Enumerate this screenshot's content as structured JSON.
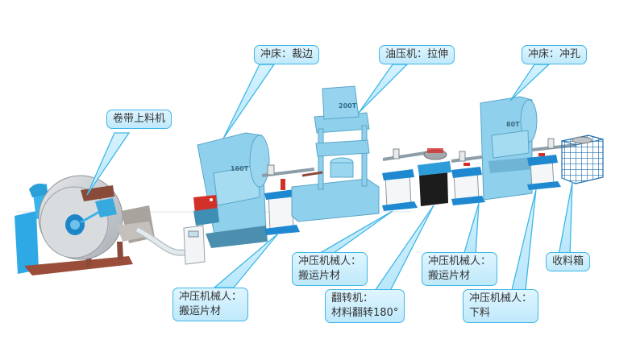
{
  "diagram": {
    "title": "",
    "colors": {
      "callout_fill": "#cdeefc",
      "callout_border": "#3fb7e6",
      "machine_blue": "#8fcde8",
      "machine_shadow": "#5aa6c8",
      "robot_base": "#1e88d0",
      "accent_red": "#d0302a",
      "coil_gray": "#c9ccd0",
      "frame_brown": "#8a4a3a"
    },
    "machines": [
      {
        "id": "decoiler",
        "name": "卷带上料机"
      },
      {
        "id": "press-trim",
        "name": "冲床",
        "tonnage": "160T"
      },
      {
        "id": "hydraulic",
        "name": "油压机",
        "tonnage": "200T"
      },
      {
        "id": "flipper",
        "name": "翻转机"
      },
      {
        "id": "press-punch",
        "name": "冲床",
        "tonnage": "80T"
      },
      {
        "id": "bin",
        "name": "收料箱"
      }
    ],
    "callouts": [
      {
        "id": "decoiler",
        "lines": [
          "卷带上料机"
        ]
      },
      {
        "id": "press-trim",
        "lines": [
          "冲床：裁边"
        ]
      },
      {
        "id": "hydraulic",
        "lines": [
          "油压机：拉伸"
        ]
      },
      {
        "id": "press-punch",
        "lines": [
          "冲床：冲孔"
        ]
      },
      {
        "id": "robot-1",
        "lines": [
          "冲压机械人：",
          "搬运片材"
        ]
      },
      {
        "id": "robot-2",
        "lines": [
          "冲压机械人：",
          "搬运片材"
        ]
      },
      {
        "id": "flipper",
        "lines": [
          "翻转机：",
          "材料翻转180°"
        ]
      },
      {
        "id": "robot-3",
        "lines": [
          "冲压机械人：",
          "搬运片材"
        ]
      },
      {
        "id": "robot-4",
        "lines": [
          "冲压机械人：",
          "下料"
        ]
      },
      {
        "id": "bin",
        "lines": [
          "收料箱"
        ]
      }
    ]
  }
}
